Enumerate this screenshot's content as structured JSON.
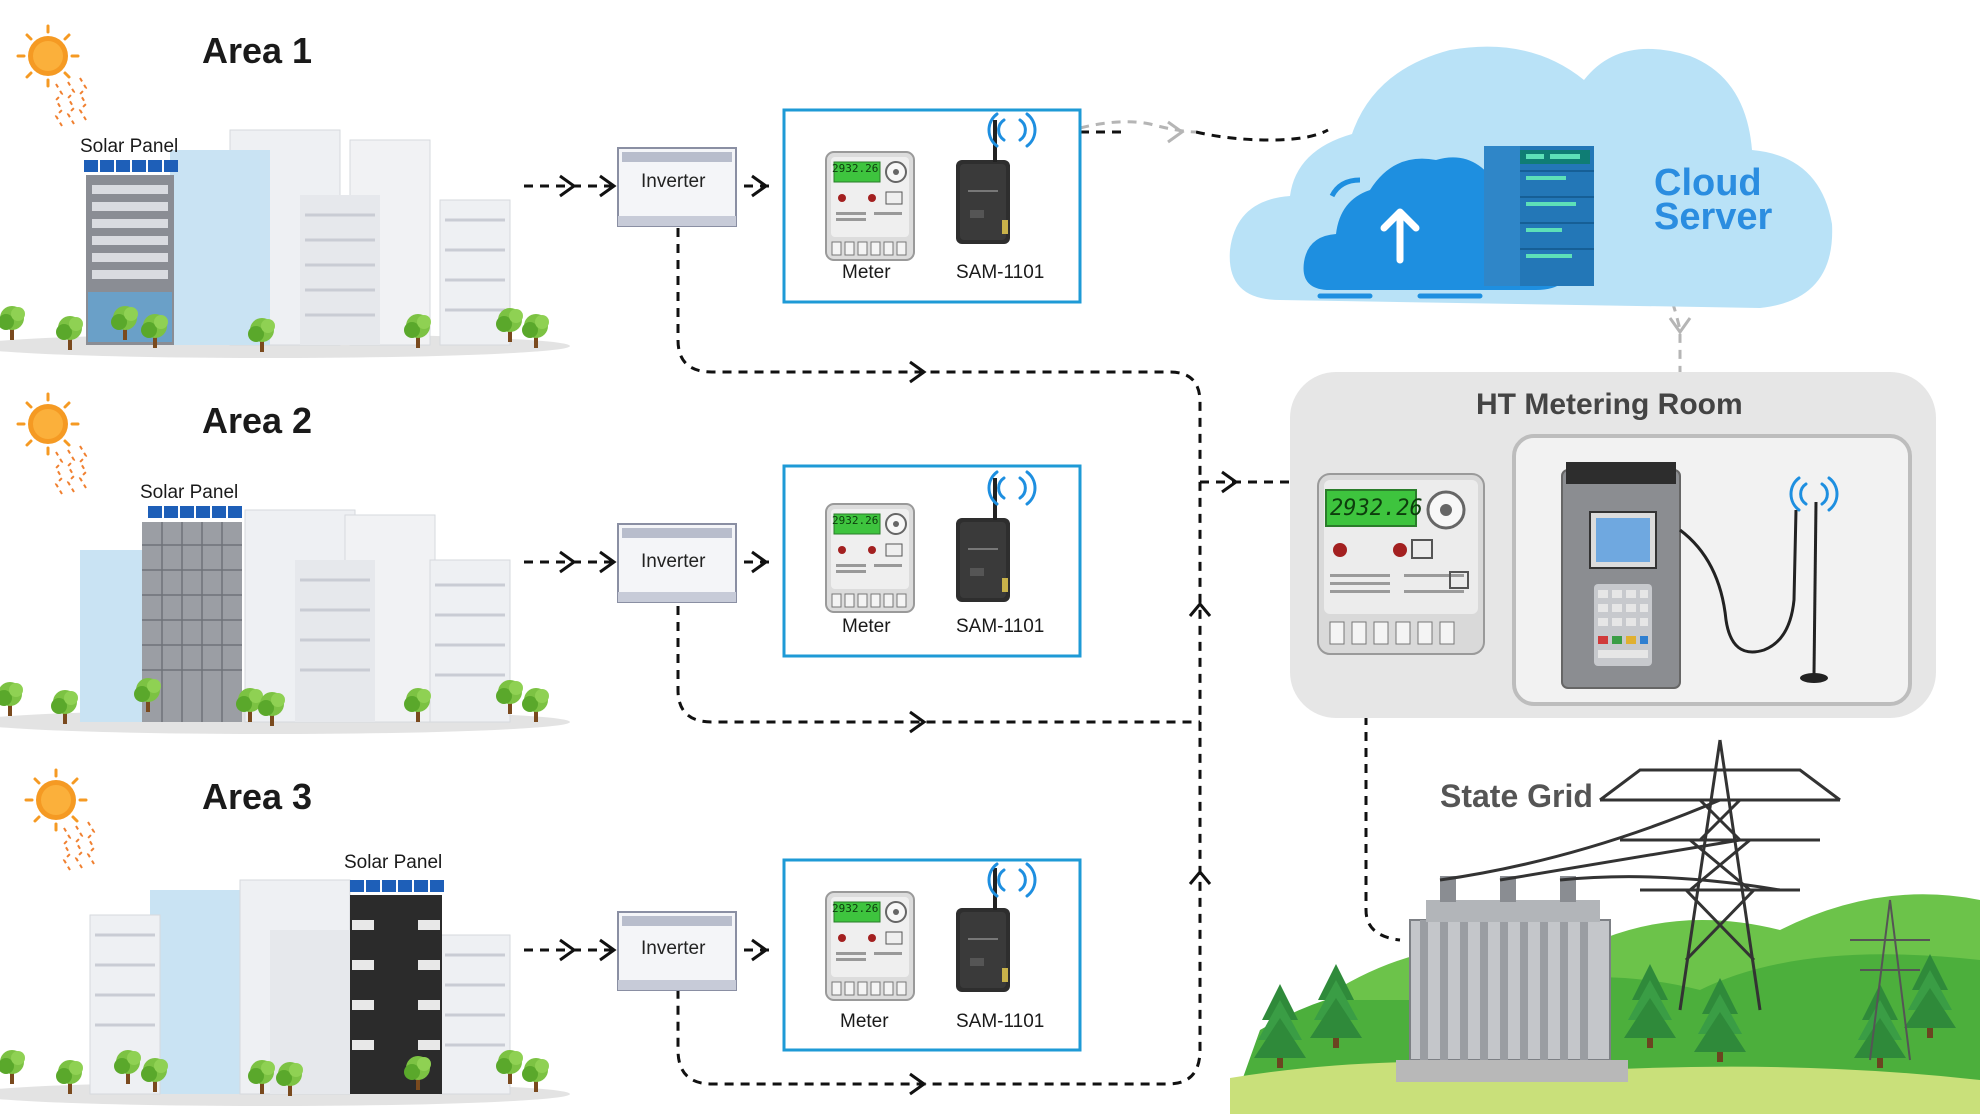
{
  "areas": [
    {
      "title": "Area 1",
      "solar_label": "Solar Panel",
      "inverter_label": "Inverter",
      "meter_label": "Meter",
      "sam_label": "SAM-1101",
      "meter_reading": "2932.26"
    },
    {
      "title": "Area 2",
      "solar_label": "Solar Panel",
      "inverter_label": "Inverter",
      "meter_label": "Meter",
      "sam_label": "SAM-1101",
      "meter_reading": "2932.26"
    },
    {
      "title": "Area 3",
      "solar_label": "Solar Panel",
      "inverter_label": "Inverter",
      "meter_label": "Meter",
      "sam_label": "SAM-1101",
      "meter_reading": "2932.26"
    }
  ],
  "cloud": {
    "title_line1": "Cloud",
    "title_line2": "Server"
  },
  "metering_room": {
    "title": "HT Metering Room",
    "meter_reading": "2932.26"
  },
  "grid": {
    "title": "State Grid"
  },
  "colors": {
    "device_box_border": "#1e9ad6",
    "cloud_fill": "#b9e2f7",
    "cloud_accent": "#1e8fe0",
    "server_blue": "#2377b7",
    "meter_lcd": "#3ec43e",
    "room_fill": "#e6e6e6",
    "grass": "#4caf3c",
    "sun": "#f59a23"
  }
}
